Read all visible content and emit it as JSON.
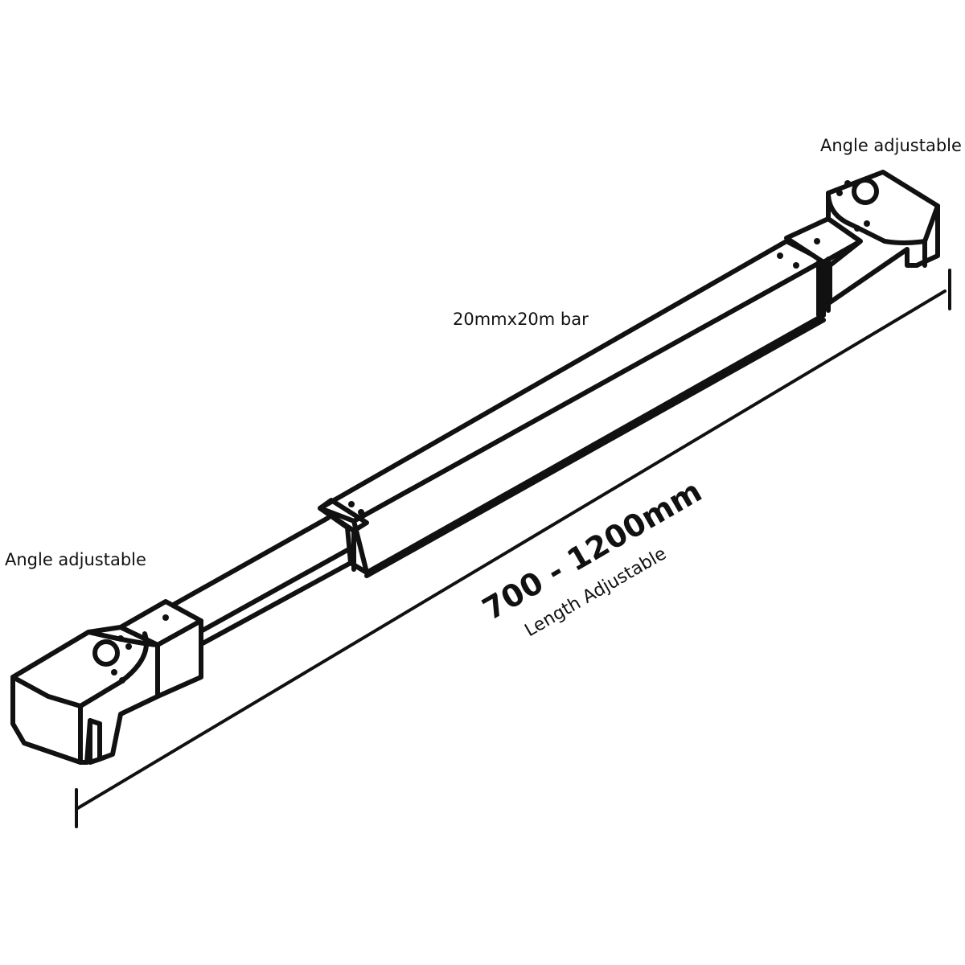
{
  "labels": {
    "angle_top_right": "Angle adjustable",
    "angle_left": "Angle adjustable",
    "bar_size": "20mmx20m bar",
    "length_range": "700 - 1200mm",
    "length_note": "Length Adjustable"
  },
  "colors": {
    "line": "#111111",
    "background": "#ffffff"
  }
}
